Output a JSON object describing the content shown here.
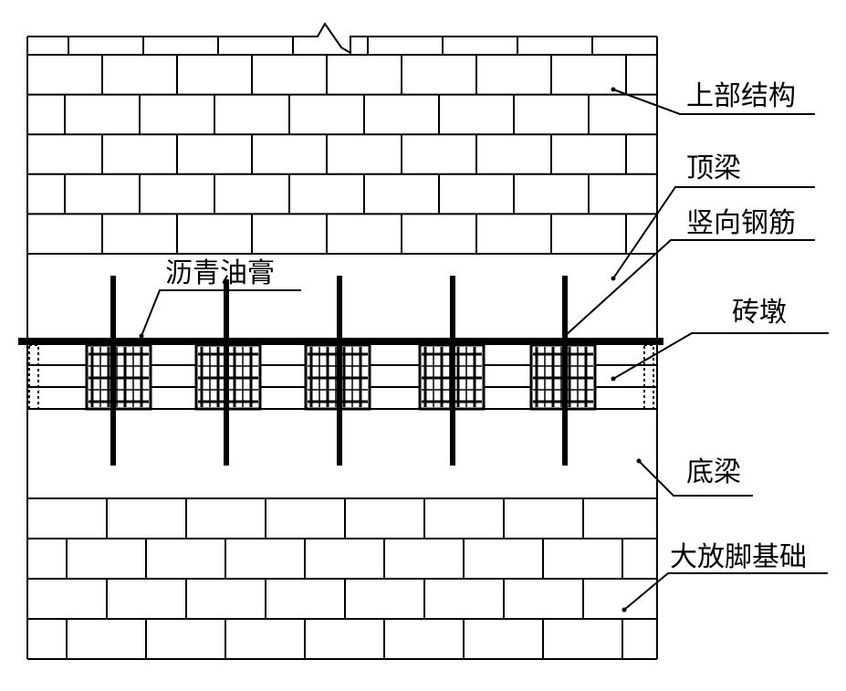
{
  "labels": {
    "superstructure": "上部结构",
    "top_beam": "顶梁",
    "vertical_rebar": "竖向钢筋",
    "asphalt": "沥青油膏",
    "brick_pier": "砖墩",
    "bottom_beam": "底梁",
    "footing": "大放脚基础"
  },
  "colors": {
    "line": "#000000",
    "background": "#ffffff"
  }
}
